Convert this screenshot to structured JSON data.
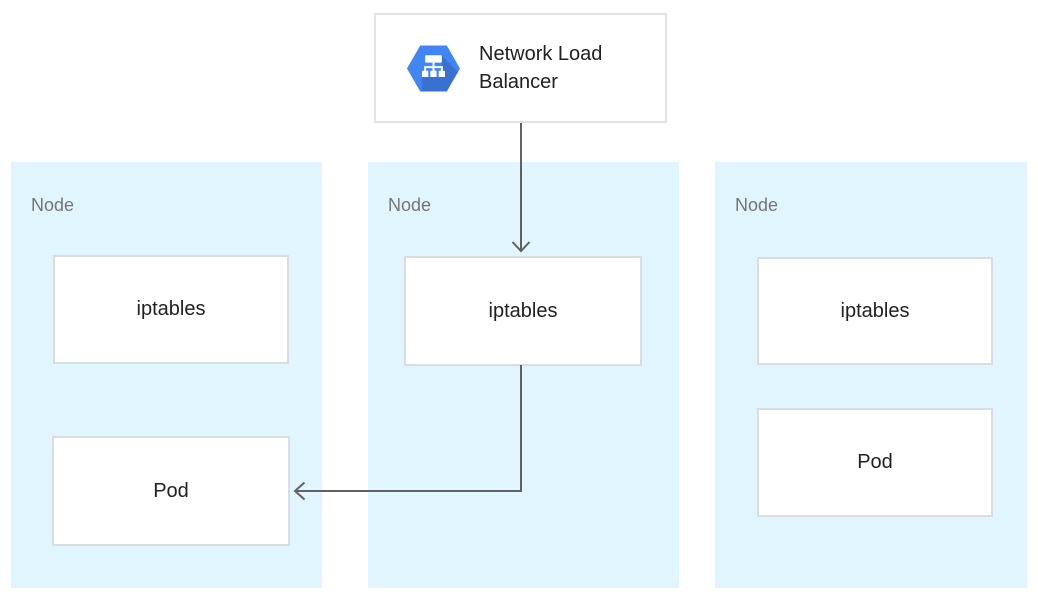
{
  "diagram": {
    "load_balancer": {
      "label": "Network Load Balancer",
      "icon": "network-load-balancer-icon"
    },
    "nodes": [
      {
        "label": "Node",
        "boxes": [
          {
            "label": "iptables"
          },
          {
            "label": "Pod"
          }
        ]
      },
      {
        "label": "Node",
        "boxes": [
          {
            "label": "iptables"
          }
        ]
      },
      {
        "label": "Node",
        "boxes": [
          {
            "label": "iptables"
          },
          {
            "label": "Pod"
          }
        ]
      }
    ],
    "edges": [
      {
        "from": "network-load-balancer",
        "to": "node-2-iptables",
        "style": "arrow-down"
      },
      {
        "from": "node-2-iptables",
        "to": "node-1-pod",
        "style": "arrow-down-then-left"
      }
    ],
    "colors": {
      "node_bg": "#E1F5FE",
      "box_border": "#DADCE0",
      "arrow": "#616161",
      "icon_blue": "#4285F4",
      "icon_shadow": "rgba(0,0,0,0.15)",
      "text_primary": "#212121",
      "node_label": "#757575"
    }
  }
}
